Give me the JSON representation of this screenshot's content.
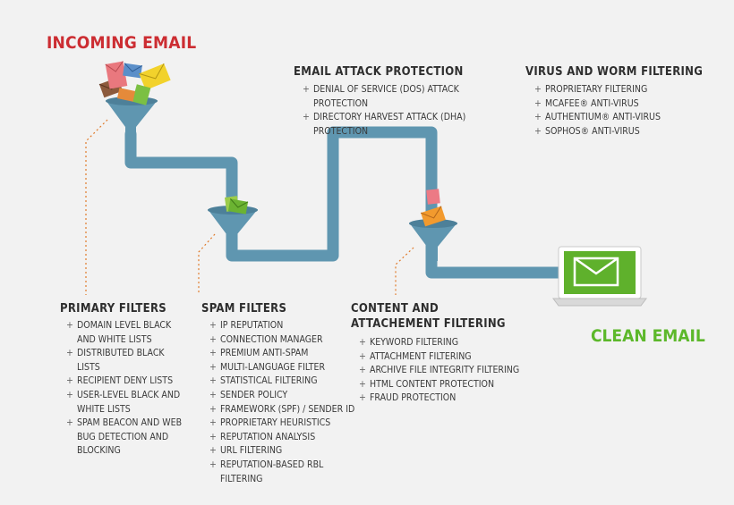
{
  "titles": {
    "incoming": "INCOMING EMAIL",
    "clean": "CLEAN EMAIL"
  },
  "colors": {
    "incoming": "#cc2d32",
    "clean": "#5cb82a",
    "pipe": "#5f96b0",
    "connector": "#e07a2a"
  },
  "icons": [
    "funnel-icon",
    "envelope-icon",
    "laptop-icon"
  ],
  "sections": {
    "attack": {
      "heading": "EMAIL ATTACK PROTECTION",
      "items": [
        "DENIAL OF SERVICE (DOS) ATTACK PROTECTION",
        "DIRECTORY HARVEST ATTACK (DHA) PROTECTION"
      ]
    },
    "virus": {
      "heading": "VIRUS AND WORM FILTERING",
      "items": [
        "PROPRIETARY FILTERING",
        "MCAFEE® ANTI-VIRUS",
        "AUTHENTIUM® ANTI-VIRUS",
        "SOPHOS® ANTI-VIRUS"
      ]
    },
    "primary": {
      "heading": "PRIMARY FILTERS",
      "items": [
        "DOMAIN LEVEL BLACK AND WHITE LISTS",
        "DISTRIBUTED BLACK LISTS",
        "RECIPIENT DENY LISTS",
        "USER-LEVEL BLACK AND WHITE LISTS",
        "SPAM BEACON AND WEB BUG DETECTION AND BLOCKING"
      ]
    },
    "spam": {
      "heading": "SPAM FILTERS",
      "items": [
        "IP REPUTATION",
        "CONNECTION MANAGER",
        "PREMIUM ANTI-SPAM",
        "MULTI-LANGUAGE FILTER",
        "STATISTICAL FILTERING",
        "SENDER POLICY",
        "FRAMEWORK (SPF) / SENDER ID",
        "PROPRIETARY HEURISTICS",
        "REPUTATION ANALYSIS",
        "URL FILTERING",
        "REPUTATION-BASED RBL FILTERING"
      ]
    },
    "content": {
      "heading": "CONTENT AND  ATTACHEMENT FILTERING",
      "items": [
        "KEYWORD FILTERING",
        "ATTACHMENT FILTERING",
        "ARCHIVE FILE INTEGRITY FILTERING",
        "HTML CONTENT PROTECTION",
        "FRAUD  PROTECTION"
      ]
    }
  }
}
